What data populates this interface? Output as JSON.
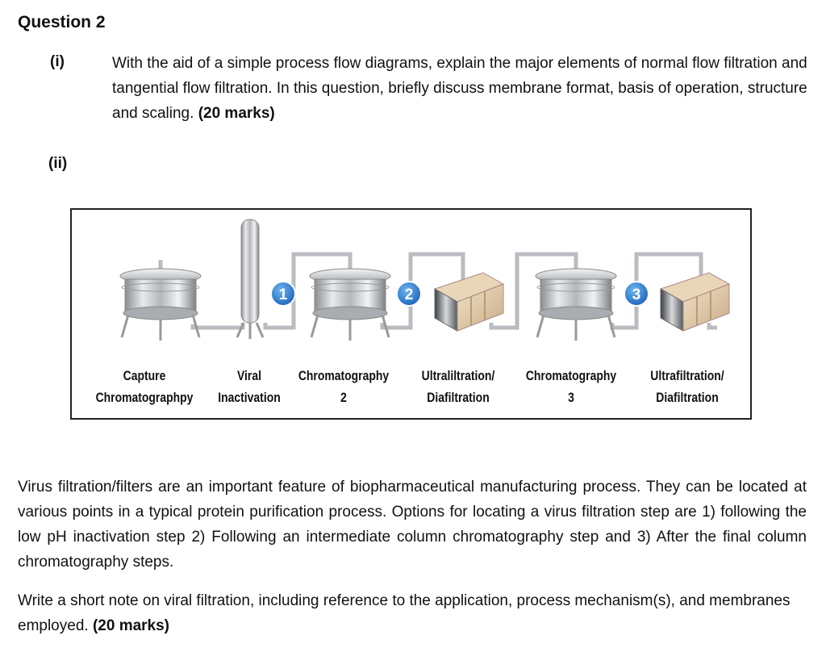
{
  "question_title": "Question 2",
  "part_i": {
    "number": "(i)",
    "text": "With the aid of a simple process flow diagrams, explain the major elements of normal flow filtration and tangential flow filtration. In this question, briefly discuss membrane format, basis of operation, structure and scaling.",
    "marks": "(20 marks)"
  },
  "part_ii": {
    "number": "(ii)"
  },
  "figure": {
    "badges": [
      "1",
      "2",
      "3"
    ],
    "steps": [
      {
        "line1": "Capture",
        "line2": "Chromatographpy"
      },
      {
        "line1": "Viral",
        "line2": "Inactivation"
      },
      {
        "line1": "Chromatography",
        "line2": "2"
      },
      {
        "line1": "Ultraliltration/",
        "line2": "Diafiltration"
      },
      {
        "line1": "Chromatography",
        "line2": "3"
      },
      {
        "line1": "Ultrafiltration/",
        "line2": "Diafiltration"
      }
    ]
  },
  "body": {
    "paragraph1": "Virus filtration/filters are an important feature of biopharmaceutical manufacturing process. They can be located at various points in a typical protein purification process. Options for locating a virus filtration step are 1) following the low pH inactivation step 2) Following an intermediate column chromatography step and 3) After the final column chromatography steps.",
    "paragraph2_text": "Write a short note on viral filtration, including reference to the application, process mechanism(s), and membranes employed.",
    "paragraph2_marks": "(20 marks)"
  }
}
